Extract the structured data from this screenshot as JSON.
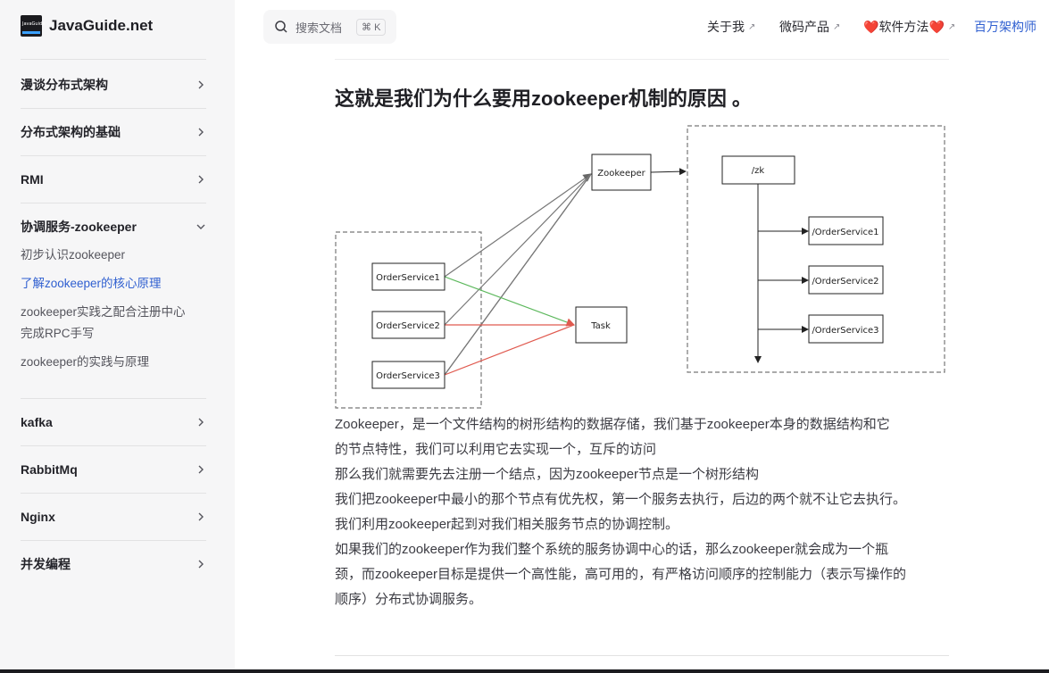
{
  "site": {
    "title": "JavaGuide.net",
    "logo_text": "JavaGuide"
  },
  "sidebar": {
    "sections": [
      {
        "label": "漫谈分布式架构",
        "expanded": false
      },
      {
        "label": "分布式架构的基础",
        "expanded": false
      },
      {
        "label": "RMI",
        "expanded": false
      },
      {
        "label": "协调服务-zookeeper",
        "expanded": true
      },
      {
        "label": "kafka",
        "expanded": false
      },
      {
        "label": "RabbitMq",
        "expanded": false
      },
      {
        "label": "Nginx",
        "expanded": false
      },
      {
        "label": "并发编程",
        "expanded": false
      }
    ],
    "sub_items": [
      {
        "label": "初步认识zookeeper",
        "active": false
      },
      {
        "label": "了解zookeeper的核心原理",
        "active": true
      },
      {
        "label": "zookeeper实践之配合注册中心",
        "active": false
      },
      {
        "label": "完成RPC手写",
        "active": false
      },
      {
        "label": "zookeeper的实践与原理",
        "active": false
      }
    ]
  },
  "search": {
    "placeholder": "搜索文档",
    "shortcut": "⌘ K"
  },
  "nav": {
    "about": "关于我",
    "products": "微码产品",
    "software_prefix": "❤️",
    "software": "软件方法",
    "software_suffix": "❤️",
    "architect": "百万架构师",
    "external_icon": "↗"
  },
  "article": {
    "heading": "这就是我们为什么要用zookeeper机制的原因 。",
    "diagram": {
      "zookeeper": "Zookeeper",
      "zk": "/zk",
      "task": "Task",
      "services": [
        "OrderService1",
        "OrderService2",
        "OrderService3"
      ],
      "nodes": [
        "/OrderService1",
        "/OrderService2",
        "/OrderService3"
      ]
    },
    "paragraphs": [
      "Zookeeper，是一个文件结构的树形结构的数据存储，我们基于zookeeper本身的数据结构和它",
      "的节点特性，我们可以利用它去实现一个，互斥的访问",
      "那么我们就需要先去注册一个结点，因为zookeeper节点是一个树形结构",
      "我们把zookeeper中最小的那个节点有优先权，第一个服务去执行，后边的两个就不让它去执行。",
      "我们利用zookeeper起到对我们相关服务节点的协调控制。",
      "如果我们的zookeeper作为我们整个系统的服务协调中心的话，那么zookeeper就会成为一个瓶",
      "颈，而zookeeper目标是提供一个高性能，高可用的，有严格访问顺序的控制能力（表示写操作的",
      "顺序）分布式协调服务。"
    ]
  },
  "colors": {
    "accent": "#2f5fd0",
    "green_line": "#5cb85c",
    "red_line": "#e05a4f"
  }
}
